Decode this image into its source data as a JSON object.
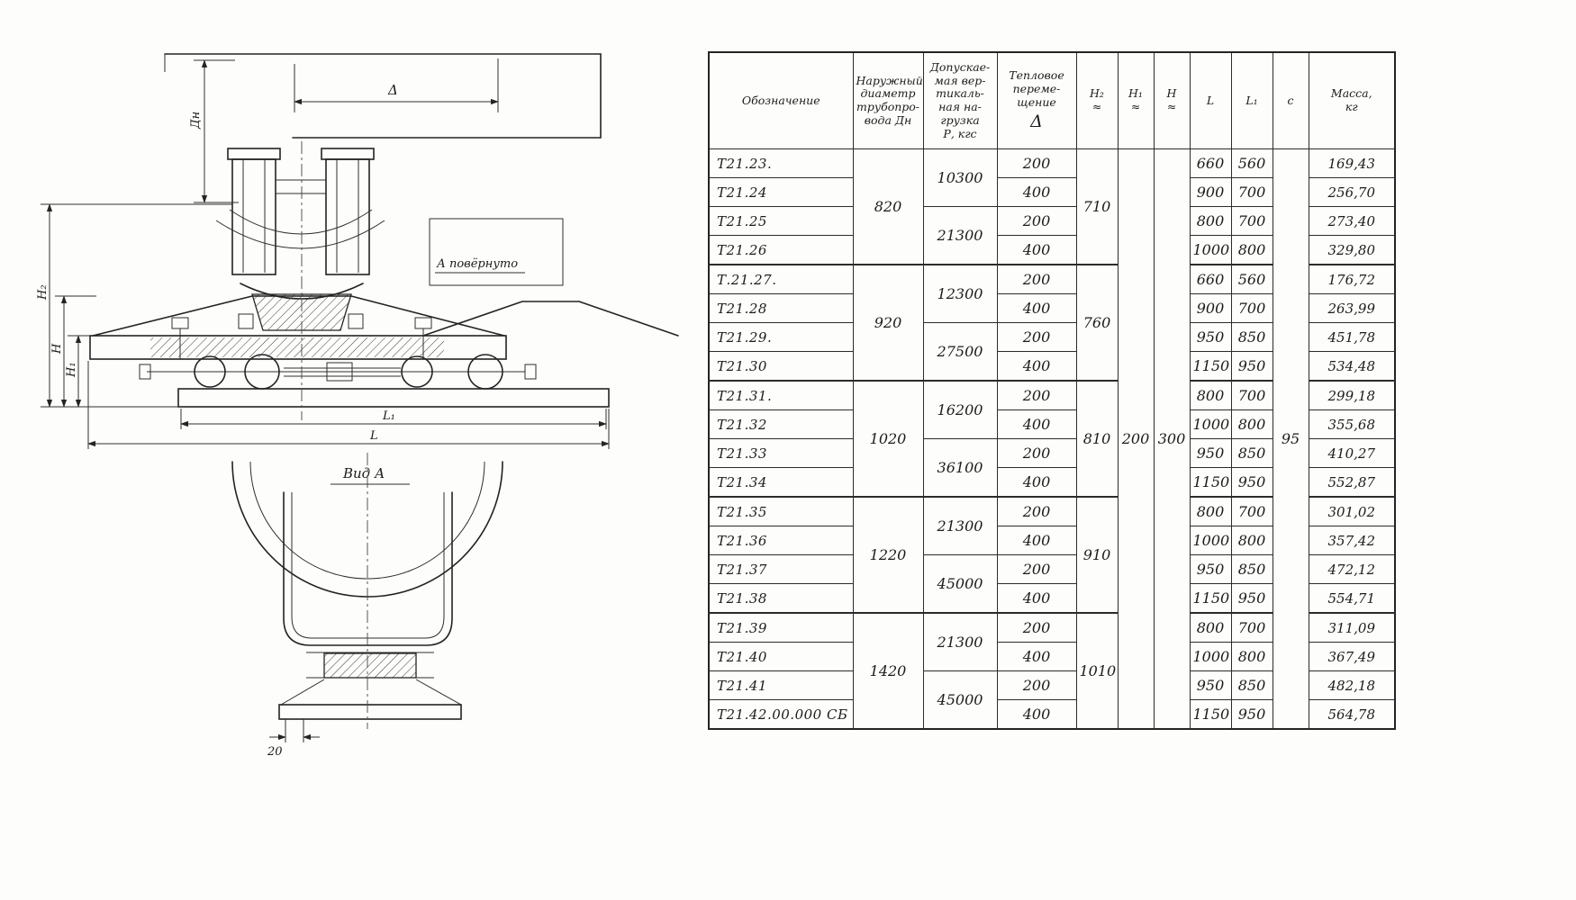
{
  "colors": {
    "ink": "#1c1c1c",
    "paper": "#fdfdfb"
  },
  "drawing": {
    "labels": {
      "delta": "Δ",
      "dn": "Дн",
      "h2": "Н₂",
      "h": "Н",
      "h1": "Н₁",
      "l1": "L₁",
      "l": "L",
      "view_a_title": "Вид А",
      "rotated_a": "А повёрнуто",
      "dim20": "20"
    }
  },
  "table": {
    "columns": [
      {
        "key": "designation",
        "label": "Обозначение"
      },
      {
        "key": "diameter",
        "label": "Наружный\nдиаметр\nтрубопро-\nвода Дн"
      },
      {
        "key": "load",
        "label": "Допускае-\nмая вер-\nтикаль-\nная на-\nгрузка\nР, кгс"
      },
      {
        "key": "thermal",
        "label": "Тепловое\nпереме-\nщение",
        "symbol": "Δ"
      },
      {
        "key": "h2",
        "label": "Н₂\n≈"
      },
      {
        "key": "h1",
        "label": "Н₁\n≈"
      },
      {
        "key": "h",
        "label": "Н\n≈"
      },
      {
        "key": "L",
        "label": "L"
      },
      {
        "key": "L1",
        "label": "L₁"
      },
      {
        "key": "c",
        "label": "с"
      },
      {
        "key": "mass",
        "label": "Масса,\nкг"
      }
    ],
    "rows": [
      {
        "designation": "Т21.23.",
        "delta": "200",
        "L": "660",
        "L1": "560",
        "mass": "169,43"
      },
      {
        "designation": "Т21.24",
        "delta": "400",
        "L": "900",
        "L1": "700",
        "mass": "256,70"
      },
      {
        "designation": "Т21.25",
        "delta": "200",
        "L": "800",
        "L1": "700",
        "mass": "273,40"
      },
      {
        "designation": "Т21.26",
        "delta": "400",
        "L": "1000",
        "L1": "800",
        "mass": "329,80"
      },
      {
        "designation": "Т.21.27.",
        "delta": "200",
        "L": "660",
        "L1": "560",
        "mass": "176,72"
      },
      {
        "designation": "Т21.28",
        "delta": "400",
        "L": "900",
        "L1": "700",
        "mass": "263,99"
      },
      {
        "designation": "Т21.29.",
        "delta": "200",
        "L": "950",
        "L1": "850",
        "mass": "451,78"
      },
      {
        "designation": "Т21.30",
        "delta": "400",
        "L": "1150",
        "L1": "950",
        "mass": "534,48"
      },
      {
        "designation": "Т21.31.",
        "delta": "200",
        "L": "800",
        "L1": "700",
        "mass": "299,18"
      },
      {
        "designation": "Т21.32",
        "delta": "400",
        "L": "1000",
        "L1": "800",
        "mass": "355,68"
      },
      {
        "designation": "Т21.33",
        "delta": "200",
        "L": "950",
        "L1": "850",
        "mass": "410,27"
      },
      {
        "designation": "Т21.34",
        "delta": "400",
        "L": "1150",
        "L1": "950",
        "mass": "552,87"
      },
      {
        "designation": "Т21.35",
        "delta": "200",
        "L": "800",
        "L1": "700",
        "mass": "301,02"
      },
      {
        "designation": "Т21.36",
        "delta": "400",
        "L": "1000",
        "L1": "800",
        "mass": "357,42"
      },
      {
        "designation": "Т21.37",
        "delta": "200",
        "L": "950",
        "L1": "850",
        "mass": "472,12"
      },
      {
        "designation": "Т21.38",
        "delta": "400",
        "L": "1150",
        "L1": "950",
        "mass": "554,71"
      },
      {
        "designation": "Т21.39",
        "delta": "200",
        "L": "800",
        "L1": "700",
        "mass": "311,09"
      },
      {
        "designation": "Т21.40",
        "delta": "400",
        "L": "1000",
        "L1": "800",
        "mass": "367,49"
      },
      {
        "designation": "Т21.41",
        "delta": "200",
        "L": "950",
        "L1": "850",
        "mass": "482,18"
      },
      {
        "designation": "Т21.42.00.000 СБ",
        "delta": "400",
        "L": "1150",
        "L1": "950",
        "mass": "564,78"
      }
    ],
    "diameter_groups": [
      {
        "value": "820",
        "span": 4
      },
      {
        "value": "920",
        "span": 4
      },
      {
        "value": "1020",
        "span": 4
      },
      {
        "value": "1220",
        "span": 4
      },
      {
        "value": "1420",
        "span": 4
      }
    ],
    "load_groups": [
      {
        "value": "10300",
        "span": 2
      },
      {
        "value": "21300",
        "span": 2
      },
      {
        "value": "12300",
        "span": 2
      },
      {
        "value": "27500",
        "span": 2
      },
      {
        "value": "16200",
        "span": 2
      },
      {
        "value": "36100",
        "span": 2
      },
      {
        "value": "21300",
        "span": 2
      },
      {
        "value": "45000",
        "span": 2
      },
      {
        "value": "21300",
        "span": 2
      },
      {
        "value": "45000",
        "span": 2
      }
    ],
    "h2_groups": [
      {
        "value": "710",
        "span": 4
      },
      {
        "value": "760",
        "span": 4
      },
      {
        "value": "810",
        "span": 4
      },
      {
        "value": "910",
        "span": 4
      },
      {
        "value": "1010",
        "span": 4
      }
    ],
    "h1": {
      "value": "200",
      "span": 20
    },
    "h": {
      "value": "300",
      "span": 20
    },
    "c": {
      "value": "95",
      "span": 20
    }
  }
}
